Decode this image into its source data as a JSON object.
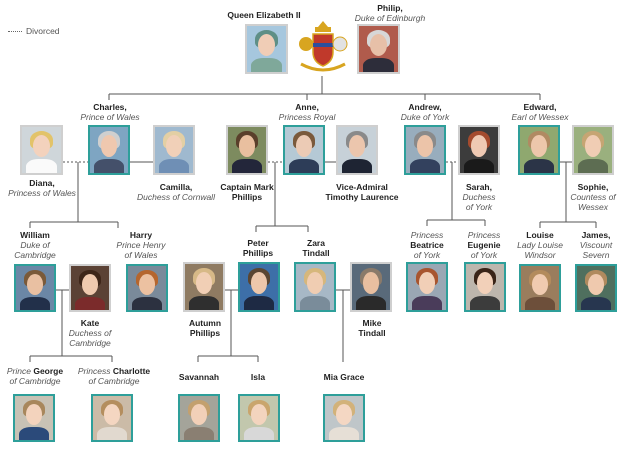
{
  "legend": {
    "divorced_label": "Divorced"
  },
  "people": {
    "elizabeth": {
      "name": "Queen Elizabeth II",
      "title": ""
    },
    "philip": {
      "name": "Philip,",
      "title": "Duke of Edinburgh"
    },
    "charles": {
      "name": "Charles,",
      "title": "Prince of Wales"
    },
    "diana": {
      "name": "Diana,",
      "title": "Princess of Wales"
    },
    "camilla": {
      "name": "Camilla,",
      "title": "Duchess of Cornwall"
    },
    "anne": {
      "name": "Anne,",
      "title": "Princess Royal"
    },
    "mark": {
      "name": "Captain Mark",
      "name2": "Phillips"
    },
    "laurence": {
      "name": "Vice-Admiral",
      "name2": "Timothy Laurence"
    },
    "andrew": {
      "name": "Andrew,",
      "title": "Duke of York"
    },
    "sarah": {
      "name": "Sarah,",
      "title": "Duchess",
      "title2": "of York"
    },
    "edward": {
      "name": "Edward,",
      "title": "Earl of Wessex"
    },
    "sophie": {
      "name": "Sophie,",
      "title": "Countess of",
      "title2": "Wessex"
    },
    "william": {
      "name": "William",
      "title": "Duke of",
      "title2": "Cambridge"
    },
    "kate": {
      "name": "Kate",
      "title": "Duchess of",
      "title2": "Cambridge"
    },
    "harry": {
      "name": "Harry",
      "title": "Prince Henry",
      "title2": "of Wales"
    },
    "peter": {
      "name": "Peter",
      "name2": "Phillips"
    },
    "autumn": {
      "name": "Autumn",
      "name2": "Phillips"
    },
    "zara": {
      "name": "Zara",
      "name2": "Tindall"
    },
    "mike": {
      "name": "Mike",
      "name2": "Tindall"
    },
    "beatrice": {
      "pre": "Princess",
      "name": "Beatrice",
      "title": "of York"
    },
    "eugenie": {
      "pre": "Princess",
      "name": "Eugenie",
      "title": "of York"
    },
    "louise": {
      "name": "Louise",
      "title": "Lady Louise",
      "title2": "Windsor"
    },
    "james": {
      "name": "James,",
      "title": "Viscount",
      "title2": "Severn"
    },
    "george": {
      "pre": "Prince",
      "name": "George",
      "title": "of Cambridge"
    },
    "charlotte": {
      "pre": "Princess",
      "name": "Charlotte",
      "title": "of Cambridge"
    },
    "savannah": {
      "name": "Savannah"
    },
    "isla": {
      "name": "Isla"
    },
    "miagrace": {
      "name": "Mia Grace"
    }
  },
  "colors": {
    "frame": "#2e9f9a",
    "line": "#555555",
    "crest_gold": "#d8a520",
    "crest_red": "#c0392b",
    "crest_blue": "#2c4f9e"
  }
}
